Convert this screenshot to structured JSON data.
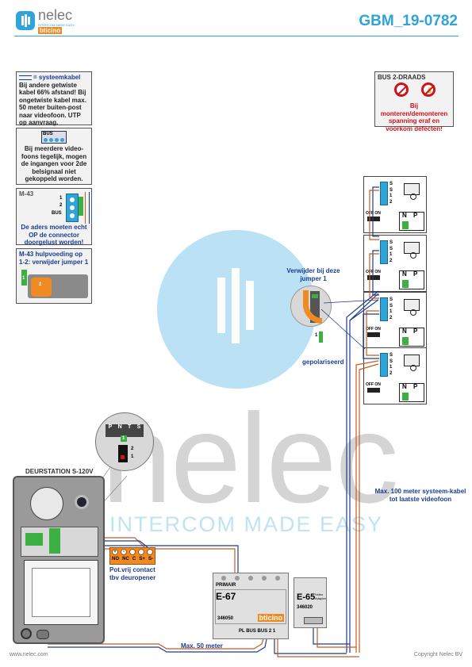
{
  "header": {
    "brand": "nelec",
    "brand_tagline": "INTERCOM MADE EASY",
    "brand_sub": "bticino",
    "doc_code": "GBM_19-0782"
  },
  "watermark": {
    "word": "nelec",
    "tagline": "INTERCOM MADE EASY"
  },
  "notes": {
    "cable": {
      "legend": "= systeemkabel",
      "text": "Bij andere getwiste kabel 66% afstand! Bij ongetwiste kabel max. 50 meter buiten-post naar videofoon. UTP op aanvraag."
    },
    "bus": {
      "bus_label": "BUS",
      "text": "Bij meerdere video-foons tegelijk, mogen de ingangen voor 2de belsignaal niet gekoppeld worden."
    },
    "m43_connector": {
      "title": "M-43",
      "term1": "1",
      "term2": "2",
      "bus": "BUS",
      "text": "De aders moeten echt OP de connector doorgelust worden!"
    },
    "m43_jumper": {
      "title": "M-43  hulpvoeding op 1-2: verwijder jumper 1",
      "j1": "1",
      "j2": "2"
    },
    "bus2": {
      "title": "BUS 2-DRAADS",
      "text": "Bij monteren/demonteren spanning eraf en voorkom defecten!"
    }
  },
  "jumper_callout": "Verwijder bij deze jumper 1",
  "jumper_num": "1",
  "polarized": "gepolariseerd",
  "monitors": {
    "term_labels": [
      "S",
      "S",
      "1",
      "2"
    ],
    "switch": "OFF ON",
    "np": [
      "N",
      "P"
    ]
  },
  "door_station": {
    "title": "DEURSTATION S-120V",
    "detail_terms": [
      "P",
      "N",
      "T",
      "S"
    ],
    "detail_num1": "1",
    "detail_num2": "2",
    "detail_num3": "1",
    "contacts": [
      "NO",
      "NC",
      "C",
      "S+",
      "S-"
    ],
    "contacts_symbols": [
      "+",
      "-"
    ],
    "contact_text": "Pot.vrij contact tbv deuropener"
  },
  "e67": {
    "primair": "PRIMAIR",
    "model": "E-67",
    "code": "346050",
    "brand": "bticino",
    "bottom": "PL  BUS  BUS  2  1"
  },
  "e65": {
    "model": "E-65",
    "code": "346020",
    "sub": "Video Adapter"
  },
  "labels": {
    "max100": "Max. 100 meter systeem-kabel tot laatste videofoon",
    "max50": "Max. 50 meter"
  },
  "footer": {
    "url": "www.nelec.com",
    "copyright": "Copyright Nelec BV"
  },
  "colors": {
    "brand_blue": "#2fa4d8",
    "title_blue": "#1a3d8f",
    "warning_red": "#d0121b",
    "terminal_green": "#3cb043",
    "orange": "#f08a23"
  }
}
